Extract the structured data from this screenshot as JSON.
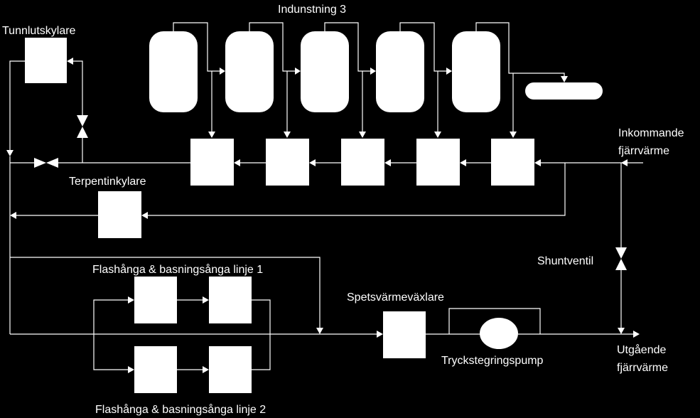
{
  "labels": {
    "evaporation": "Indunstning 3",
    "tall_oil_cooler": "Tunnlutskylare",
    "turpentine_cooler": "Terpentinkylare",
    "incoming": [
      "Inkommande",
      "fjärrvärme"
    ],
    "shunt_valve": "Shuntventil",
    "flash_line_1": "Flashånga & basningsånga linje 1",
    "flash_line_2": "Flashånga & basningsånga linje 2",
    "peak_exchanger": "Spetsvärmeväxlare",
    "pump": "Tryckstegringspump",
    "outgoing": [
      "Utgående",
      "fjärrvärme"
    ]
  },
  "colors": {
    "background": "#000000",
    "foreground": "#ffffff"
  }
}
